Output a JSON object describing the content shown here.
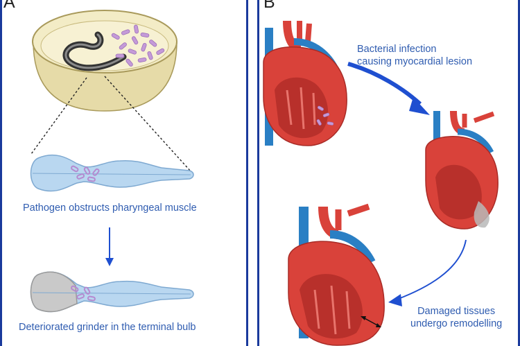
{
  "panel_a": {
    "letter": "A",
    "caption_obstruction": "Pathogen obstructs pharyngeal muscle",
    "caption_grinder": "Deteriorated grinder in the terminal bulb"
  },
  "panel_b": {
    "letter": "B",
    "caption_infection_line1": "Bacterial infection",
    "caption_infection_line2": "causing myocardial lesion",
    "caption_damage_line1": "Damaged tissues",
    "caption_damage_line2": "undergo remodelling"
  },
  "colors": {
    "border": "#1a3a9c",
    "caption_text": "#2f5cb0",
    "arrow": "#1f4fd0",
    "heart_red": "#d9423a",
    "vessel_blue": "#2a7fc4",
    "pharynx": "#b9d7f0",
    "bacteria": "#c49ad8"
  }
}
